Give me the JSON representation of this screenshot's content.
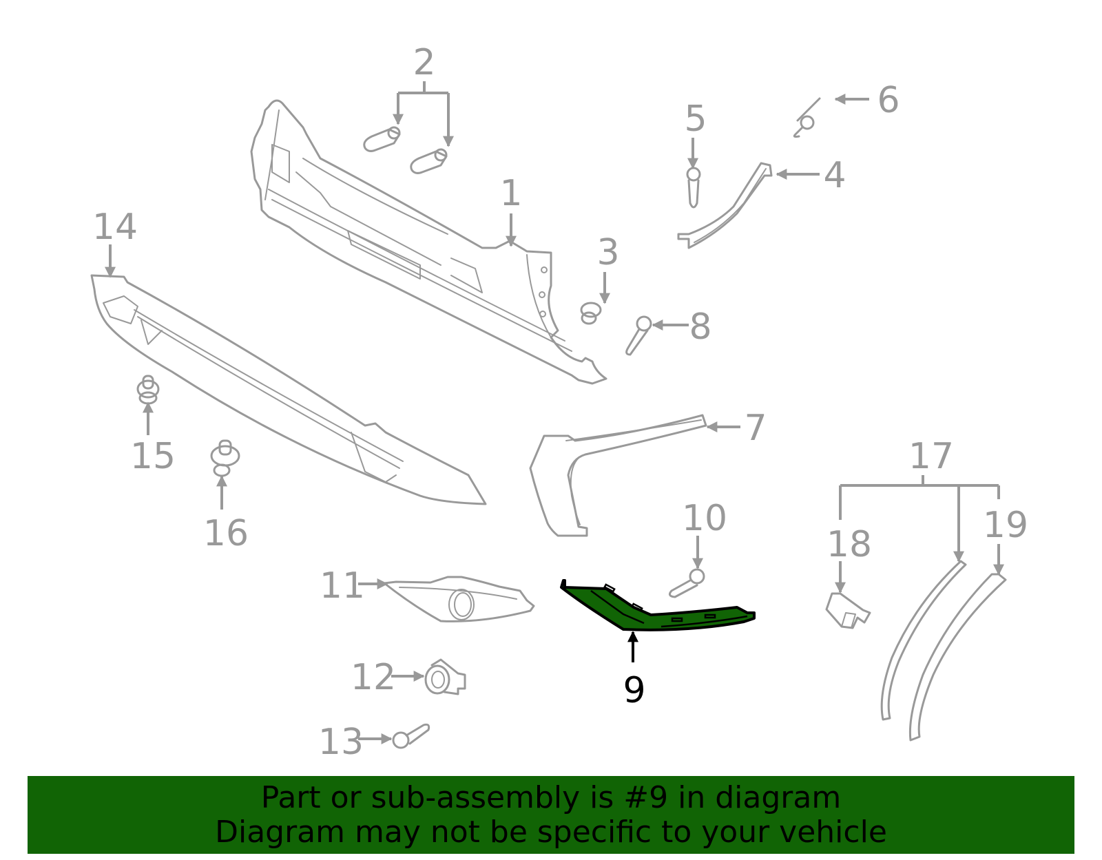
{
  "diagram": {
    "highlighted_part": "9",
    "highlight_color": "#116405",
    "line_color": "#999999",
    "callouts": [
      {
        "id": "c1",
        "label": "1"
      },
      {
        "id": "c2",
        "label": "2"
      },
      {
        "id": "c3",
        "label": "3"
      },
      {
        "id": "c4",
        "label": "4"
      },
      {
        "id": "c5",
        "label": "5"
      },
      {
        "id": "c6",
        "label": "6"
      },
      {
        "id": "c7",
        "label": "7"
      },
      {
        "id": "c8",
        "label": "8"
      },
      {
        "id": "c9",
        "label": "9"
      },
      {
        "id": "c10",
        "label": "10"
      },
      {
        "id": "c11",
        "label": "11"
      },
      {
        "id": "c12",
        "label": "12"
      },
      {
        "id": "c13",
        "label": "13"
      },
      {
        "id": "c14",
        "label": "14"
      },
      {
        "id": "c15",
        "label": "15"
      },
      {
        "id": "c16",
        "label": "16"
      },
      {
        "id": "c17",
        "label": "17"
      },
      {
        "id": "c18",
        "label": "18"
      },
      {
        "id": "c19",
        "label": "19"
      }
    ]
  },
  "banner": {
    "line1": "Part or sub-assembly is #9 in diagram",
    "line2": "Diagram may not be specific to your vehicle",
    "background": "#116405"
  }
}
